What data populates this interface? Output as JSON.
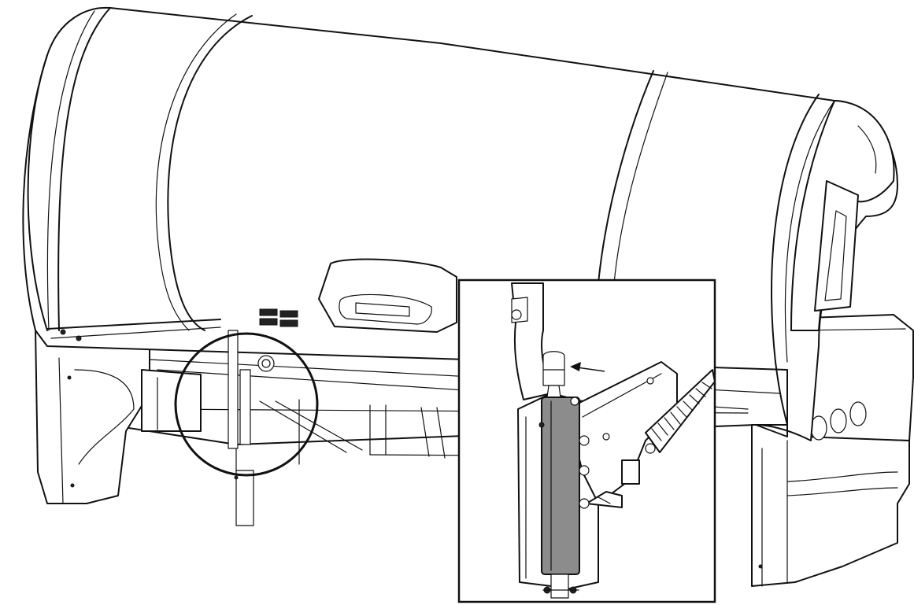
{
  "diagram": {
    "subject": "tanning-bed-gas-spring-detail",
    "stroke_color": "#111111",
    "background_color": "#ffffff",
    "highlight_color": "#8c8c8c",
    "callout": {
      "shape": "circle",
      "points_to": "gas-spring-hinge-area"
    },
    "detail_inset": {
      "shows": "gas-spring-and-tension-spring",
      "arrow_target": "gas-spring-top-fitting"
    }
  }
}
